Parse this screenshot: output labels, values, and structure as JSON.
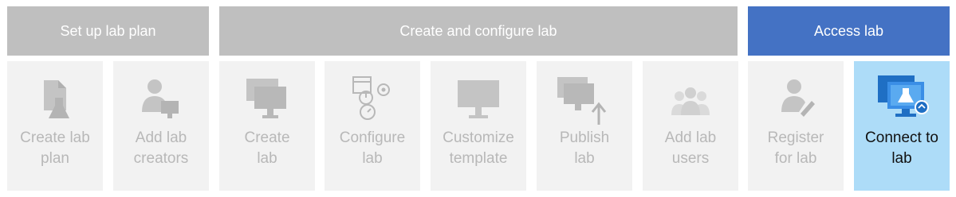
{
  "phases": [
    {
      "label": "Set up lab plan"
    },
    {
      "label": "Create and configure lab"
    },
    {
      "label": "Access lab"
    }
  ],
  "steps": [
    {
      "line1": "Create lab",
      "line2": "plan",
      "icon": "document-flask-icon"
    },
    {
      "line1": "Add lab",
      "line2": "creators",
      "icon": "user-computer-icon"
    },
    {
      "line1": "Create",
      "line2": "lab",
      "icon": "monitors-icon"
    },
    {
      "line1": "Configure",
      "line2": "lab",
      "icon": "calendar-clock-gear-icon"
    },
    {
      "line1": "Customize",
      "line2": "template",
      "icon": "monitor-icon"
    },
    {
      "line1": "Publish",
      "line2": "lab",
      "icon": "monitor-upload-icon"
    },
    {
      "line1": "Add lab",
      "line2": "users",
      "icon": "group-icon"
    },
    {
      "line1": "Register",
      "line2": "for lab",
      "icon": "user-pen-icon"
    },
    {
      "line1": "Connect to",
      "line2": "lab",
      "icon": "lab-vm-connect-icon"
    }
  ],
  "colors": {
    "phase_grey": "#bfbfbf",
    "phase_blue": "#4472c4",
    "step_bg": "#f2f2f2",
    "step_active_bg": "#addcf8",
    "icon_grey": "#c4c4c4"
  }
}
